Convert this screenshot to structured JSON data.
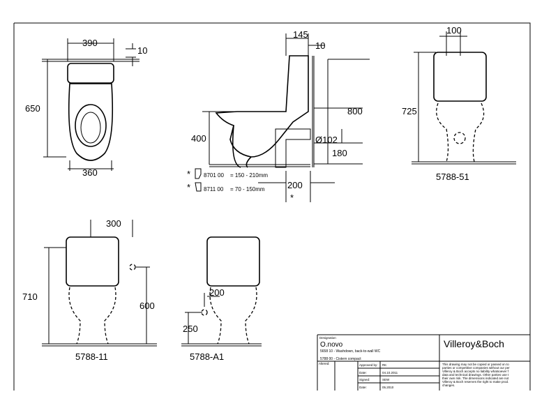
{
  "dimensions": {
    "top_width": "390",
    "top_gap": "10",
    "top_length": "650",
    "top_base": "360",
    "side_depth": "145",
    "side_gap": "10",
    "side_height": "800",
    "side_seat": "400",
    "outlet_diameter": "Ø102",
    "outlet_height": "180",
    "outlet_offset": "200",
    "star": "*",
    "rear_width": "100",
    "rear_height": "725",
    "front_width": "300",
    "front_height": "710",
    "front_supply": "600",
    "a1_offset": "200",
    "a1_supply": "250"
  },
  "connectors": [
    {
      "star": "*",
      "code": "8701 00",
      "range": "= 150 - 210mm"
    },
    {
      "star": "*",
      "code": "8711 00",
      "range": "=  70 - 150mm"
    }
  ],
  "views": {
    "rear": "5788-51",
    "front": "5788-11",
    "front_a1": "5788-A1"
  },
  "title_block": {
    "designation_label": "Designation",
    "product": "O.novo",
    "line1": "5658 10 - Washdown, back-to-wall WC",
    "line2": "5788 00 - Cistern compact",
    "altered_label": "Altered:",
    "approved_label": "Approved by:",
    "approved_value": "RK",
    "date1_label": "Date:",
    "date1_value": "04.10.2011",
    "signed_label": "Signed:",
    "signed_value": "SEW",
    "date2_label": "Date:",
    "date2_value": "05.2010",
    "brand": "Villeroy&Boch",
    "disclaimer": [
      "This drawing may not be copied or passed on to",
      "parties or competitive companies without our per",
      "Villeroy & Boch accepts no liability whatsoever f",
      "data and technical drawings. Other parties use t",
      "their own risk. The dimensions indicated are not",
      "Villeroy & Boch reserves the right to make prod.",
      "changes."
    ]
  }
}
